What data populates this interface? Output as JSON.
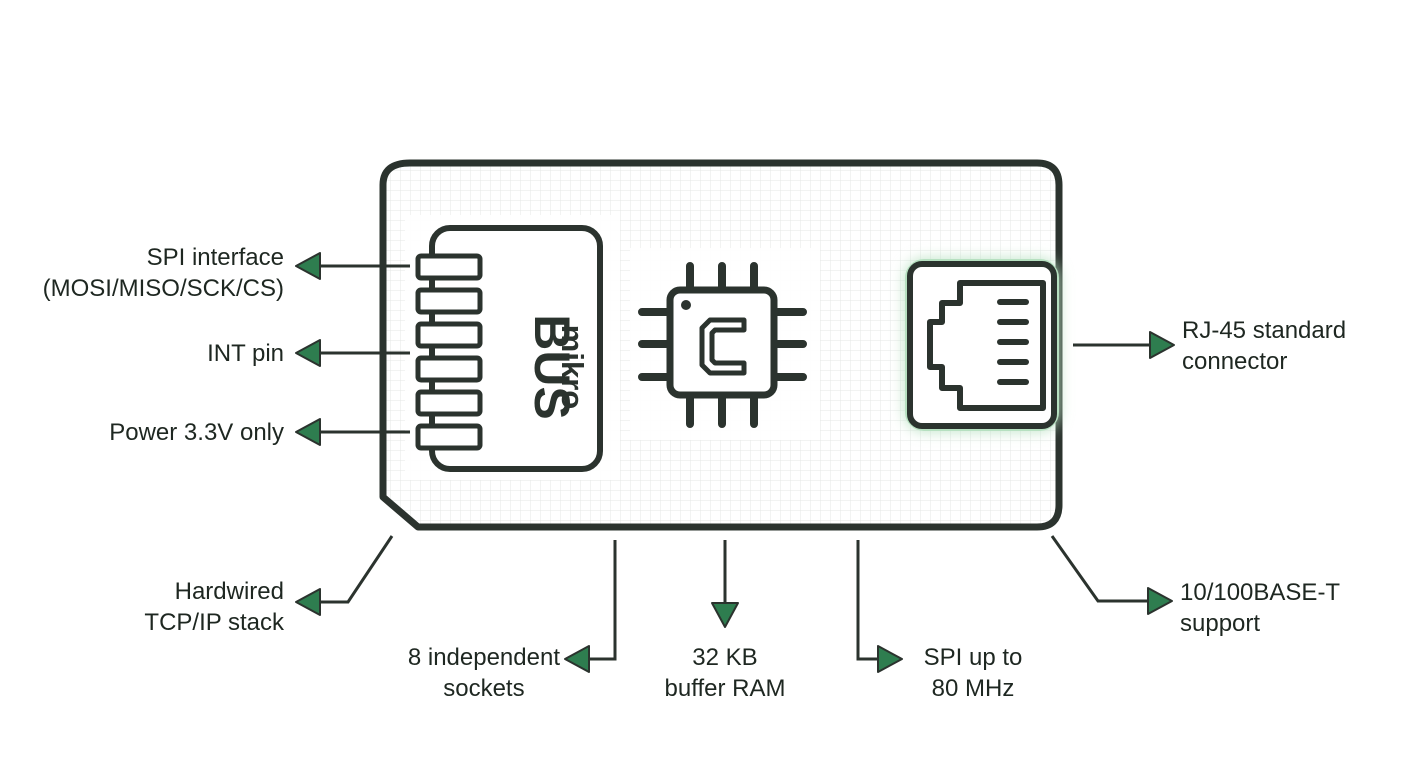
{
  "board": {
    "mikrobus_logo_top": "mikro",
    "mikrobus_logo_bottom": "BUS"
  },
  "labels": {
    "spi_interface": [
      "SPI interface",
      "(MOSI/MISO/SCK/CS)"
    ],
    "int_pin": [
      "INT pin"
    ],
    "power": [
      "Power 3.3V only"
    ],
    "rj45": [
      "RJ-45 standard",
      "connector"
    ],
    "tcpip": [
      "Hardwired",
      "TCP/IP stack"
    ],
    "sockets": [
      "8 independent",
      "sockets"
    ],
    "buffer": [
      "32 KB",
      "buffer RAM"
    ],
    "spi_speed": [
      "SPI up to",
      "80 MHz"
    ],
    "base_t": [
      "10/100BASE-T",
      "support"
    ]
  },
  "colors": {
    "outline": "#2b332e",
    "arrow_green": "#2e7d4f",
    "grid": "#e3e6e4",
    "glow": "#8fd19e"
  }
}
